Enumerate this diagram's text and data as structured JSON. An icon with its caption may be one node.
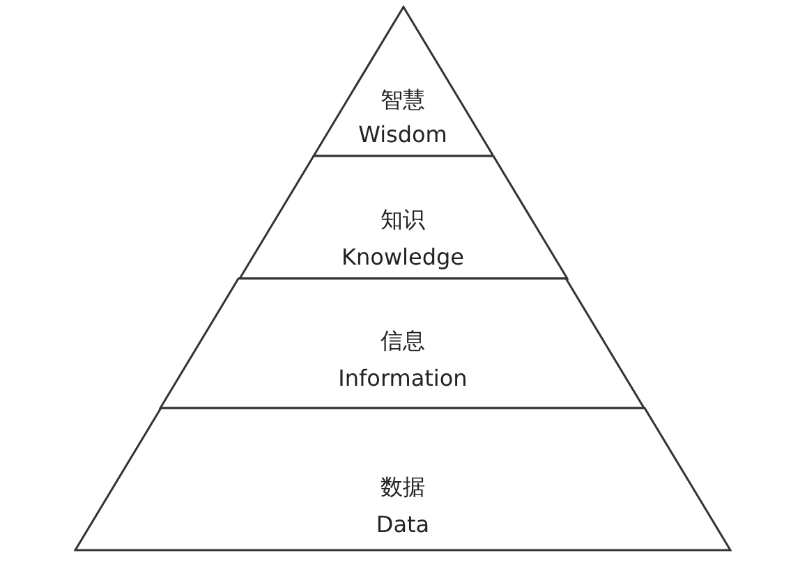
{
  "diagram": {
    "nodes": [
      {
        "text": [
          "智慧",
          "Wisdom"
        ]
      },
      {
        "text": [
          "知识",
          "Knowledge"
        ]
      },
      {
        "text": [
          "信息",
          "Information"
        ]
      },
      {
        "text": [
          "数据",
          "Data"
        ]
      }
    ]
  }
}
